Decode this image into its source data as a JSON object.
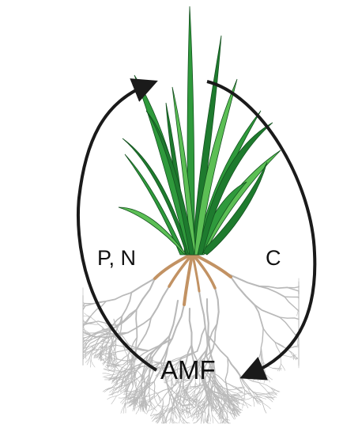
{
  "labels": {
    "nutrients_to_plant": "P, N",
    "carbon_to_fungi": "C",
    "fungi": "AMF"
  },
  "colors": {
    "leaf_dark": "#1e7b2e",
    "leaf_mid": "#2f9a3c",
    "leaf_light": "#5cbf55",
    "root_brown": "#c29263",
    "hyphae": "#b9b9b9",
    "arrow": "#1a1a1a",
    "text": "#111111"
  }
}
